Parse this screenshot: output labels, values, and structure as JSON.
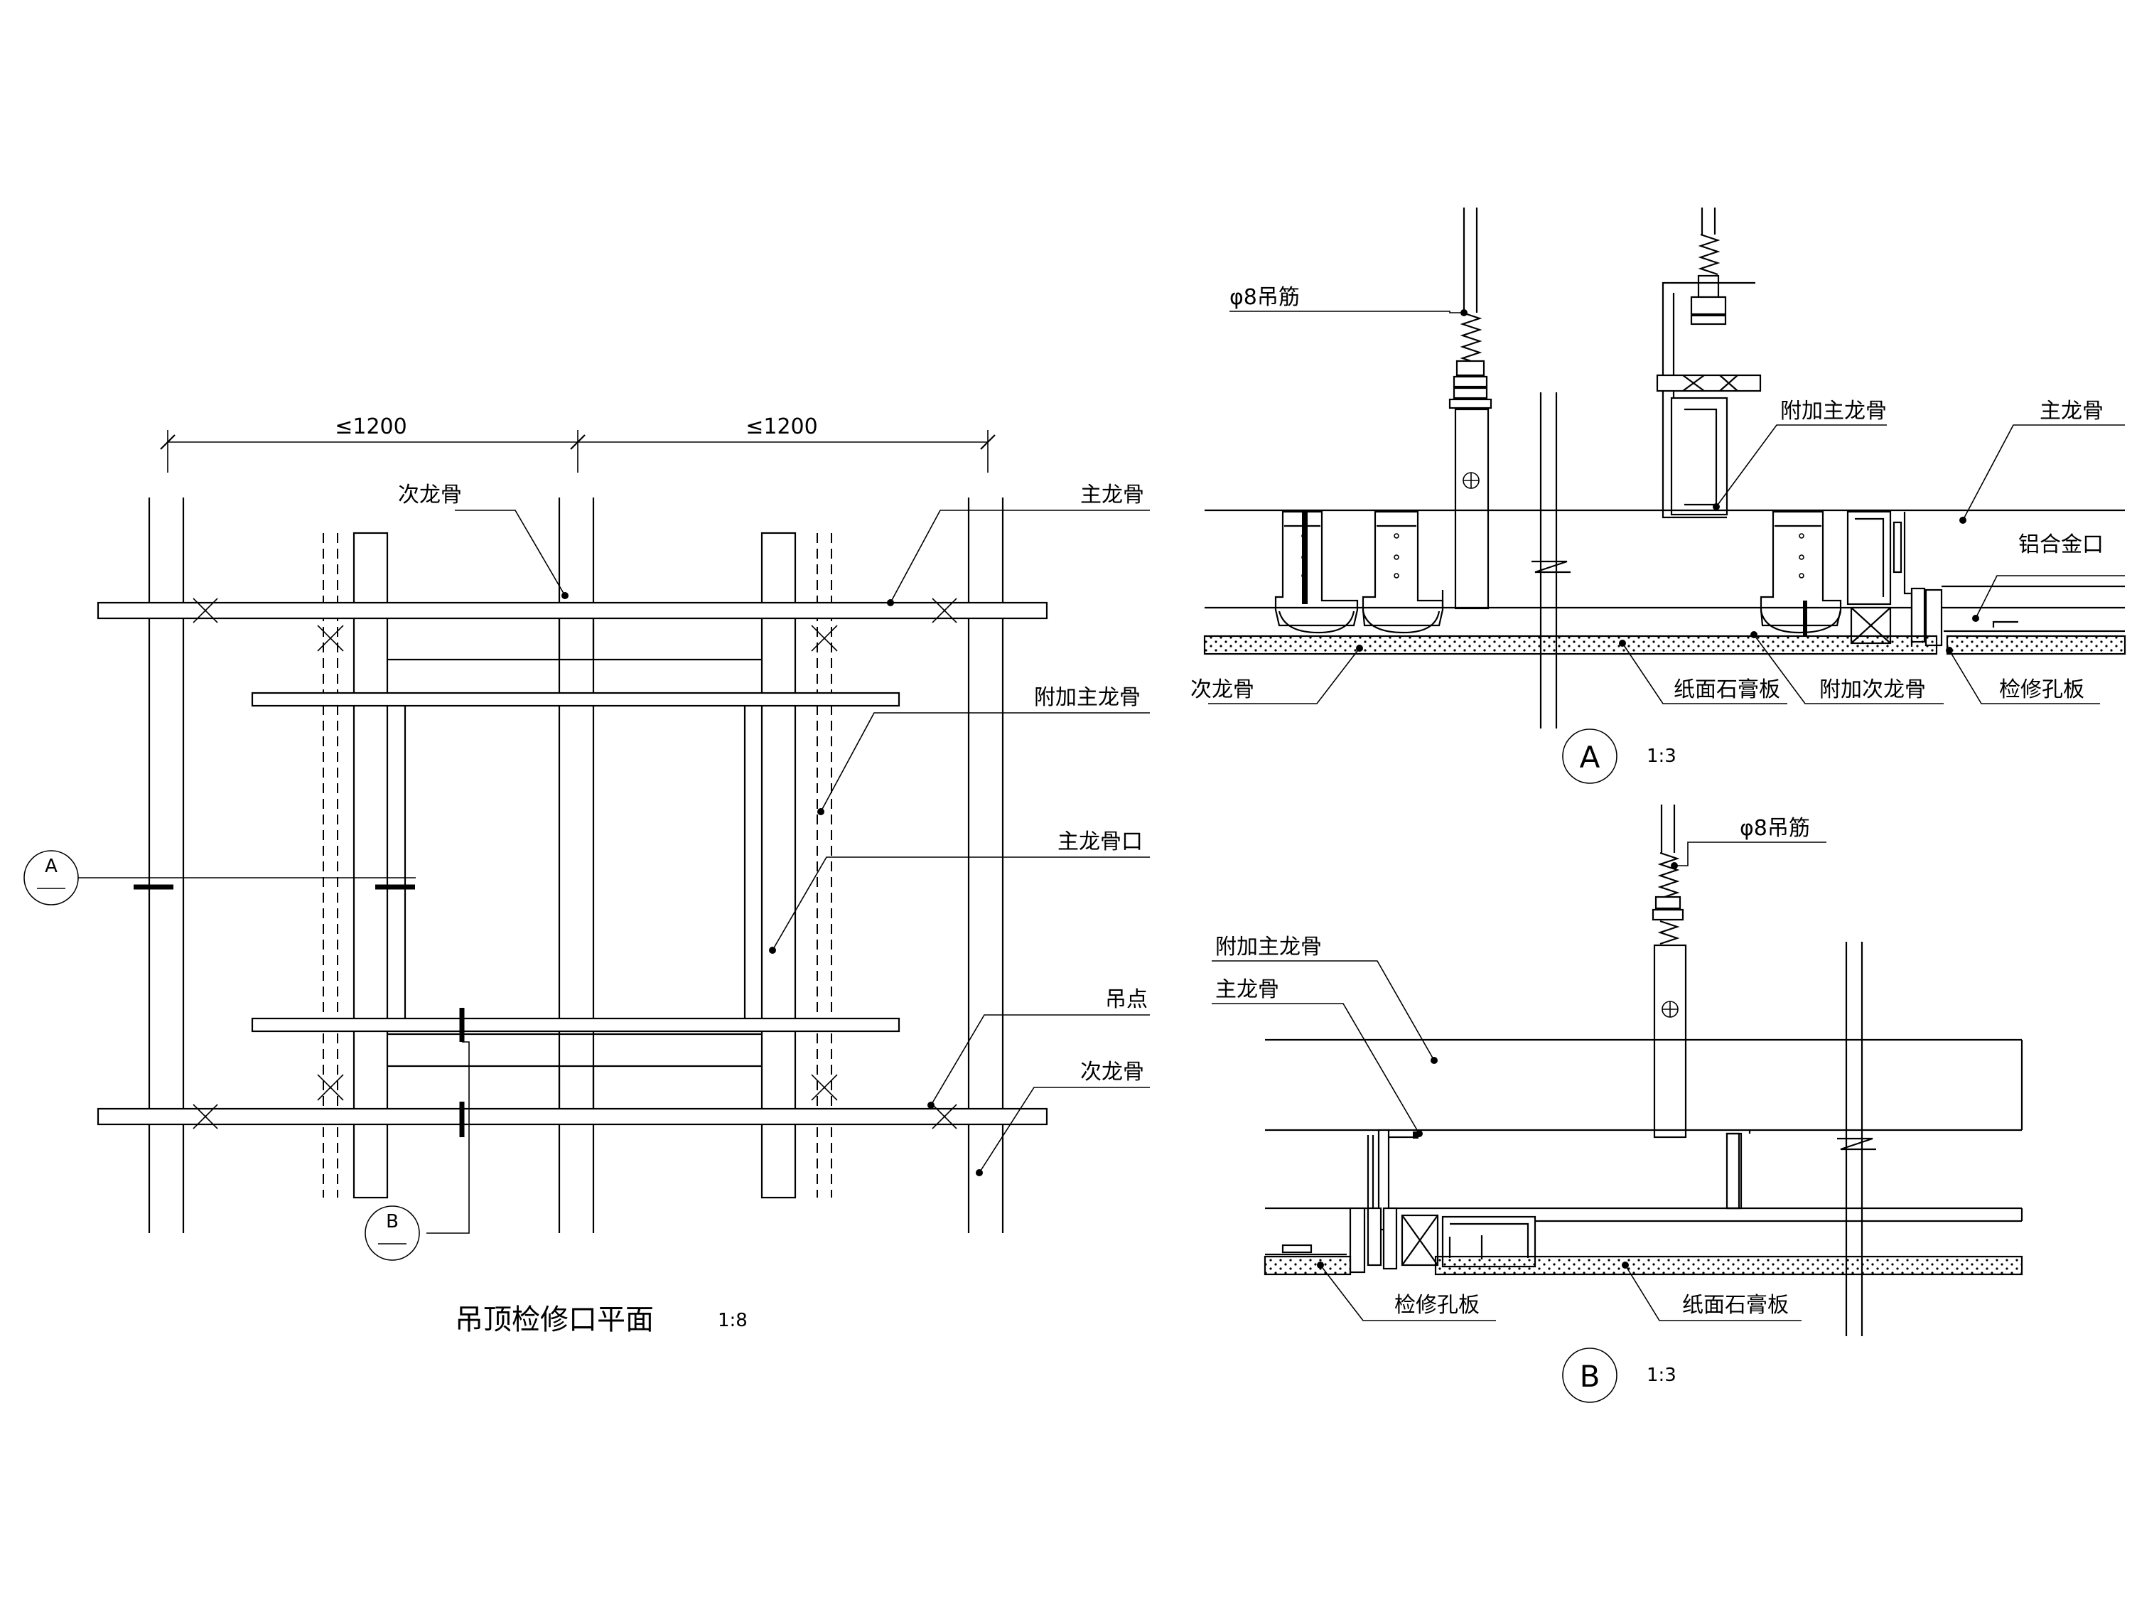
{
  "plan": {
    "title": "吊顶检修口平面",
    "scale": "1:8",
    "dims": [
      "≤1200",
      "≤1200"
    ],
    "labels": {
      "secondary_keel_top": "次龙骨",
      "main_keel": "主龙骨",
      "additional_main_keel": "附加主龙骨",
      "main_keel_opening": "主龙骨口",
      "hanging_point": "吊点",
      "secondary_keel_bottom": "次龙骨"
    },
    "section_markers": [
      "A",
      "B"
    ]
  },
  "section_a": {
    "marker": "A",
    "scale": "1:3",
    "labels": {
      "rod": "φ8吊筋",
      "additional_main_keel": "附加主龙骨",
      "main_keel": "主龙骨",
      "aluminum_edge": "铝合金口",
      "secondary_keel": "次龙骨",
      "gypsum_board": "纸面石膏板",
      "additional_secondary_keel": "附加次龙骨",
      "access_panel": "检修孔板"
    }
  },
  "section_b": {
    "marker": "B",
    "scale": "1:3",
    "labels": {
      "rod": "φ8吊筋",
      "additional_main_keel": "附加主龙骨",
      "main_keel": "主龙骨",
      "access_panel": "检修孔板",
      "gypsum_board": "纸面石膏板"
    }
  }
}
